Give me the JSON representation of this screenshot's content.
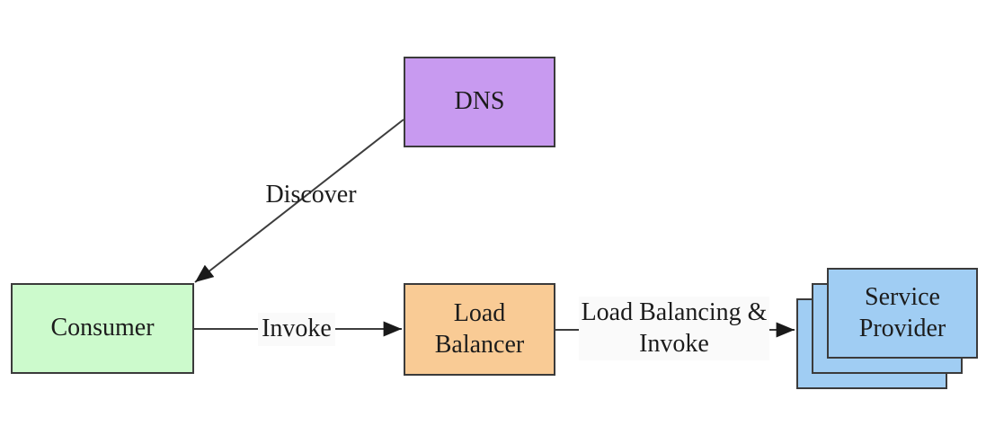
{
  "diagram": {
    "type": "flow-diagram",
    "nodes": {
      "dns": {
        "label": "DNS",
        "fill": "#c89af0"
      },
      "consumer": {
        "label": "Consumer",
        "fill": "#ccfacc"
      },
      "load_balancer": {
        "label": "Load\nBalancer",
        "fill": "#f9cb95"
      },
      "service_provider": {
        "label": "Service\nProvider",
        "fill": "#a0cdf3",
        "stack_count": 3
      }
    },
    "edges": {
      "discover": {
        "label": "Discover",
        "from": "DNS",
        "to": "Consumer"
      },
      "invoke": {
        "label": "Invoke",
        "from": "Consumer",
        "to": "Load Balancer"
      },
      "load_balancing_invoke": {
        "label": "Load Balancing &\nInvoke",
        "from": "Load Balancer",
        "to": "Service Provider"
      }
    },
    "colors": {
      "node_border": "#3b3b3b",
      "edge_line": "#3d3d3d",
      "arrow": "#1a1a1a",
      "text": "#1c1c1c",
      "label_background": "#fafafa",
      "canvas_background": "#ffffff"
    }
  }
}
